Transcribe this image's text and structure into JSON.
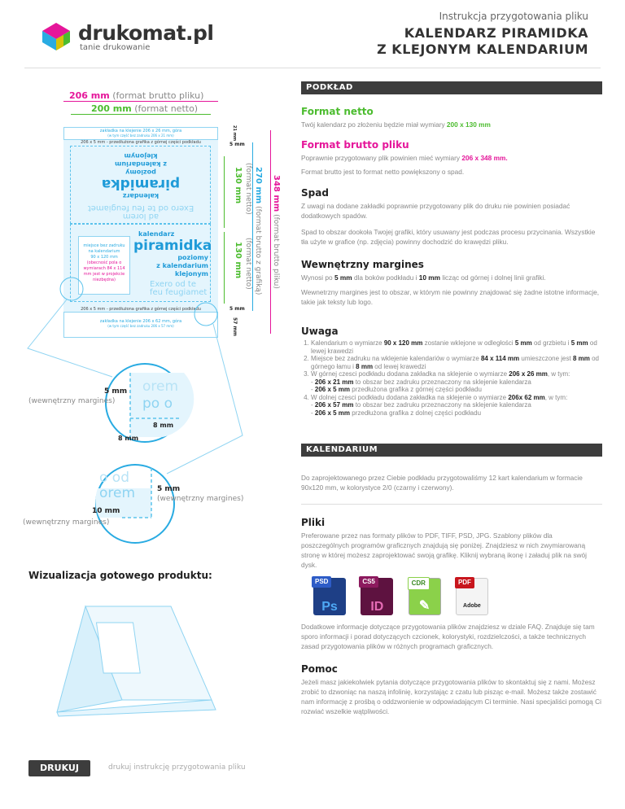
{
  "logo": {
    "name": "drukomat.pl",
    "tagline": "tanie drukowanie"
  },
  "header": {
    "subtitle": "Instrukcja przygotowania pliku",
    "title_line1": "KALENDARZ PIRAMIDKA",
    "title_line2": "Z KLEJONYM KALENDARIUM"
  },
  "diagram": {
    "brutto_w": "206 mm",
    "brutto_w_note": "(format brutto pliku)",
    "netto_w": "200 mm",
    "netto_w_note": "(format netto)",
    "top_tab": "zakładka na klejenie 206 x 26 mm, góra",
    "top_tab_note": "(w tym część bez zadruku 206 x 21 mm)",
    "ext_top": "206 x 5 mm - przedłużona grafika z górnej części podkładu",
    "ext_bottom": "206 x 5 mm - przedłużona grafika z górnej części podkładu",
    "bottom_tab": "zakładka na klejenie 206 x 62 mm, góra",
    "bottom_tab_note": "(w tym część bez zadruku 206 x 57 mm)",
    "dim_21": "21 mm",
    "dim_5a": "5 mm",
    "dim_5b": "5 mm",
    "dim_57": "57 mm",
    "dim_130a": "130 mm",
    "dim_130b": "130 mm",
    "netto_note": "(format netto)",
    "dim_270": "270 mm",
    "dim_270_note": "(format brutto z grafiką)",
    "dim_348": "348 mm",
    "dim_348_note": "(format brutto pliku)",
    "sample": {
      "l1": "kalendarz",
      "l2": "piramidka",
      "l3": "poziomy",
      "l4": "z kalendarium",
      "l5": "klejonym",
      "lorem1": "Exero od te feu feugiamet",
      "lorem2": "ad lorem"
    },
    "blank": {
      "l1": "miejsce bez zadruku na kalendarium",
      "l2": "90 x 120 mm",
      "l3": "(obecność pola o wymiarach 84 x 114 mm jest w projekcie niezbędna)"
    },
    "zoom1": {
      "m": "5 mm",
      "m_note": "(wewnętrzny margines)",
      "v": "8 mm",
      "h": "8 mm",
      "bg1": "orem",
      "bg2": "po o"
    },
    "zoom2": {
      "m": "5 mm",
      "m_note": "(wewnętrzny margines)",
      "v": "10 mm",
      "v_note": "(wewnętrzny margines)",
      "bg1": "o od",
      "bg2": "orem"
    },
    "visual_label": "Wizualizacja gotowego produktu:"
  },
  "podklad": {
    "section": "PODKŁAD",
    "netto_title": "Format netto",
    "netto_text": "Twój kalendarz po złożeniu będzie miał wymiary ",
    "netto_val": "200 x 130 mm",
    "brutto_title": "Format brutto pliku",
    "brutto_text": "Poprawnie przygotowany plik powinien mieć wymiary ",
    "brutto_val": "206 x 348 mm.",
    "brutto_text2": "Format brutto jest to format netto powiększony o spad.",
    "spad_title": "Spad",
    "spad_p1": "Z uwagi na dodane zakładki poprawnie przygotowany plik do druku nie powinien posiadać dodatkowych spadów.",
    "spad_p2": "Spad to obszar dookoła Twojej grafiki, który usuwany jest podczas procesu przycinania. Wszystkie tła użyte w grafice (np. zdjęcia) powinny dochodzić do krawędzi pliku.",
    "wm_title": "Wewnętrzny margines",
    "wm_a": "Wynosi po ",
    "wm_b": "5 mm",
    "wm_c": " dla boków podkładu i ",
    "wm_d": "10 mm",
    "wm_e": " licząc od górnej i dolnej linii grafiki.",
    "wm_p2": "Wewnetrzny margines jest to obszar, w którym nie powinny znajdować się żadne istotne informacje, takie jak teksty lub logo.",
    "uwaga_title": "Uwaga",
    "u1a": "Kalendarium o wymiarze ",
    "u1b": "90 x 120 mm",
    "u1c": " zostanie wklejone w odległości ",
    "u1d": "5 mm",
    "u1e": " od grzbietu i ",
    "u1f": "5 mm",
    "u1g": " od lewej krawedzi",
    "u2a": "Miejsce bez zadruku na wklejenie kalendariów o wymiarze ",
    "u2b": "84 x 114 mm",
    "u2c": " umieszczone jest ",
    "u2d": "8 mm",
    "u2e": " od górnego łamu i ",
    "u2f": "8 mm",
    "u2g": " od lewej krawedzi",
    "u3a": "W górnej czesci podkładu dodana zakładka na sklejenie o wymiarze ",
    "u3b": "206 x 26 mm",
    "u3c": ", w tym:",
    "u3d": "- ",
    "u3e": "206 x 21 mm",
    "u3f": " to obszar bez zadruku przeznaczony na sklejenie kalendarza",
    "u3g": "- ",
    "u3h": "206 x 5 mm",
    "u3i": " przedłużona grafika z górnej części podkładu",
    "u4a": "W dolnej czesci podkładu dodana zakładka na sklejenie o wymiarze ",
    "u4b": "206x 62 mm",
    "u4c": ", w tym:",
    "u4d": "- ",
    "u4e": "206 x 57 mm",
    "u4f": " to obszar bez zadruku przeznaczony na sklejenie kalendarza",
    "u4g": "- ",
    "u4h": "206 x 5 mm",
    "u4i": " przedłużona grafika z dolnej części podkładu"
  },
  "kalendarium": {
    "section": "KALENDARIUM",
    "text": "Do zaprojektowanego przez Ciebie podkładu przygotowaliśmy 12 kart kalendarium w formacie 90x120 mm, w kolorystyce 2/0 (czarny i czerwony)."
  },
  "pliki": {
    "title": "Pliki",
    "p1": "Preferowane przez nas formaty plików to PDF, TIFF, PSD, JPG. Szablony plików dla poszczególnych programów graficznych znajdują się poniżej. Znajdziesz w nich zwymiarowaną stronę w której możesz zaprojektować swoją grafikę. Kliknij wybraną ikonę i załaduj plik na swój dysk.",
    "icons": [
      {
        "tag": "PSD",
        "big": "Ps"
      },
      {
        "tag": "CS5",
        "big": "ID"
      },
      {
        "tag": "CDR",
        "big": "✎"
      },
      {
        "tag": "PDF",
        "big": "Adobe"
      }
    ],
    "p2": "Dodatkowe informacje dotyczące przygotowania plików znajdziesz w dziale FAQ. Znajduje się tam sporo informacji i porad dotyczących czcionek, kolorystyki, rozdzielczości, a także technicznych zasad przygotowania plików w różnych programach graficznych."
  },
  "pomoc": {
    "title": "Pomoc",
    "text": "Jeżeli masz jakiekolwiek pytania dotyczące przygotowania plików to skontaktuj się z nami. Możesz zrobić to dzwoniąc na naszą infolinię, korzystając z czatu lub pisząc e-mail. Możesz także zostawić nam informację z prośbą o oddzwonienie w odpowiadającym Ci terminie. Nasi specjaliści pomogą Ci rozwiać wszelkie wątpliwości."
  },
  "footer": {
    "print_button": "DRUKUJ",
    "print_link": "drukuj instrukcję przygotowania pliku"
  }
}
